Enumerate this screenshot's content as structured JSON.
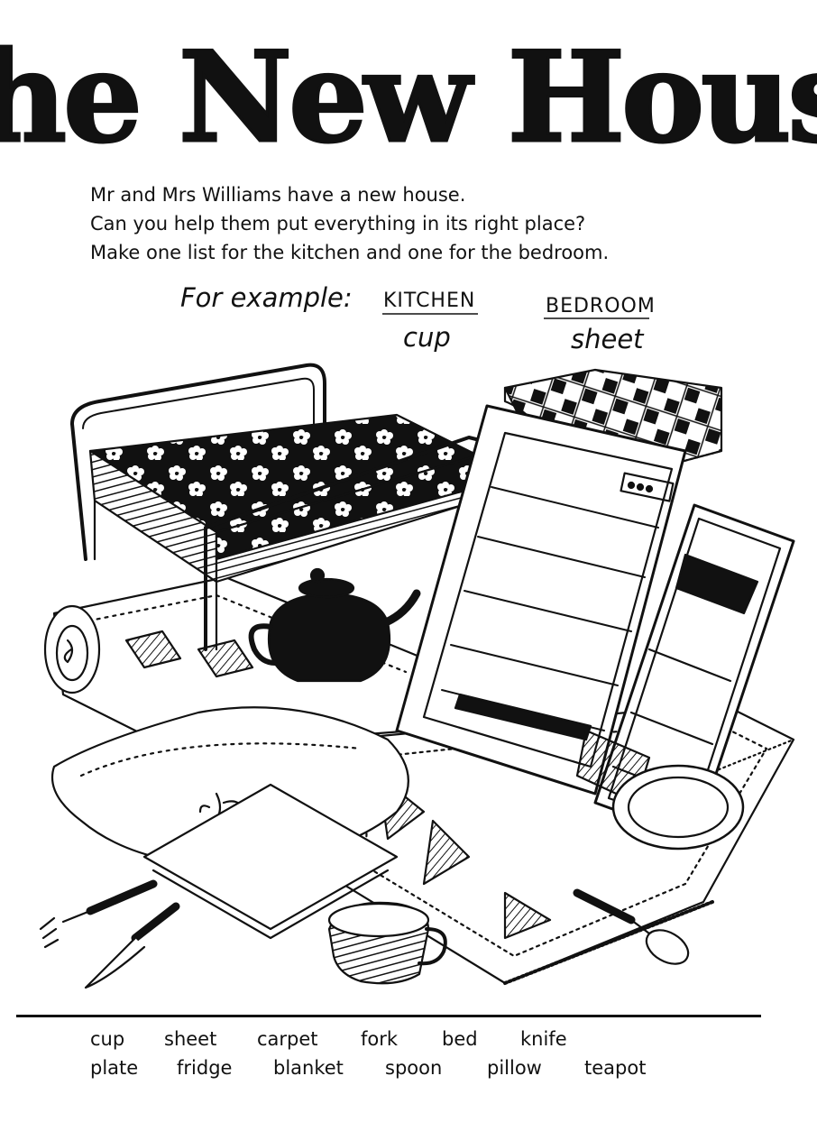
{
  "title": "The New House",
  "intro": [
    "Mr and Mrs Williams have a new house.",
    "Can you help them put everything in its right place?",
    "Make one list for the kitchen and one for the bedroom."
  ],
  "example": {
    "label": "For example:",
    "columns": [
      {
        "heading": "KITCHEN",
        "item": "cup"
      },
      {
        "heading": "BEDROOM",
        "item": "sheet"
      }
    ]
  },
  "word_bank": {
    "row1": [
      "cup",
      "sheet",
      "carpet",
      "fork",
      "bed",
      "knife"
    ],
    "row2": [
      "plate",
      "fridge",
      "blanket",
      "spoon",
      "pillow",
      "teapot"
    ]
  },
  "colors": {
    "ink": "#111111",
    "paper": "#ffffff"
  }
}
